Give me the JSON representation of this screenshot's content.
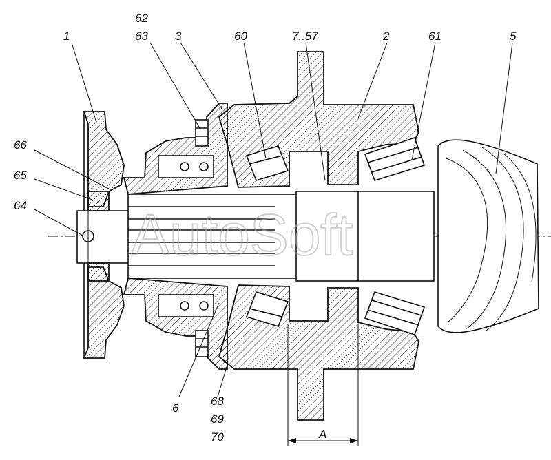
{
  "diagram": {
    "labels": [
      {
        "id": "p1",
        "text": "1"
      },
      {
        "id": "p62",
        "text": "62"
      },
      {
        "id": "p63",
        "text": "63"
      },
      {
        "id": "p3",
        "text": "3"
      },
      {
        "id": "p60",
        "text": "60"
      },
      {
        "id": "p7_57",
        "text": "7..57"
      },
      {
        "id": "p2",
        "text": "2"
      },
      {
        "id": "p61",
        "text": "61"
      },
      {
        "id": "p5",
        "text": "5"
      },
      {
        "id": "p66",
        "text": "66"
      },
      {
        "id": "p65",
        "text": "65"
      },
      {
        "id": "p64",
        "text": "64"
      },
      {
        "id": "p6",
        "text": "6"
      },
      {
        "id": "p68",
        "text": "68"
      },
      {
        "id": "p69",
        "text": "69"
      },
      {
        "id": "p70",
        "text": "70"
      }
    ],
    "dimension_label": "A",
    "watermark": "AutoSoft"
  }
}
